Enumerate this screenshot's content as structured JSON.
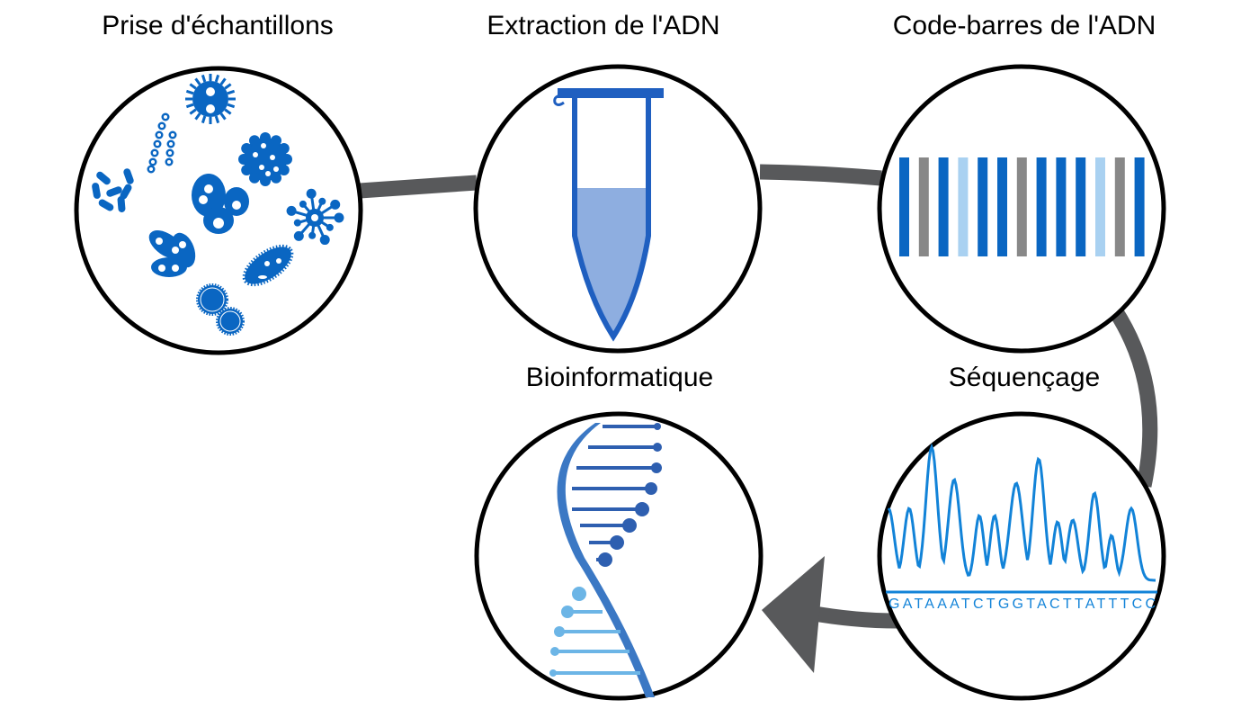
{
  "steps": [
    {
      "label": "Prise d'échantillons"
    },
    {
      "label": "Extraction de l'ADN"
    },
    {
      "label": "Code-barres de l'ADN"
    },
    {
      "label": "Séquençage"
    },
    {
      "label": "Bioinformatique"
    }
  ],
  "sequence": "GATAAATCTGGTACTTATTTCC",
  "colors": {
    "blue": "#0a66c2",
    "light_blue": "#a9d1f1",
    "gray": "#888888",
    "connector": "#58595b",
    "trace": "#1283d8",
    "tube": "#1f5fc0",
    "liquid": "#8eaee0"
  },
  "barcode": [
    "blue",
    "gray",
    "blue",
    "light_blue",
    "blue",
    "blue",
    "gray",
    "blue",
    "blue",
    "blue",
    "light_blue",
    "gray",
    "blue"
  ]
}
